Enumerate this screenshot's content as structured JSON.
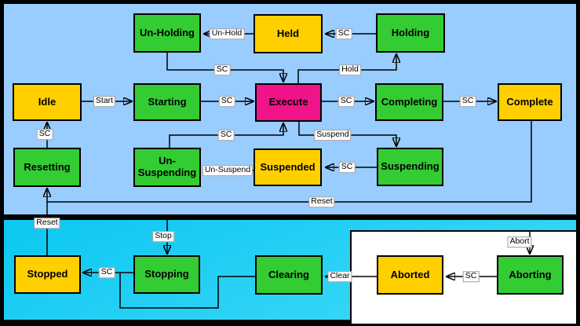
{
  "palette": {
    "acting_green": "#33cc33",
    "wait_yellow": "#ffcf00",
    "execute_pink": "#f01389",
    "upper_region_blue": "#99ccff",
    "lower_region_cyan_start": "#0cc7f1",
    "lower_region_cyan_end": "#44daf8",
    "abort_region_white": "#ffffff",
    "frame_black": "#000000",
    "line_black": "#000000",
    "label_background": "#ffffff"
  },
  "states": {
    "un-holding": {
      "label": "Un-Holding",
      "kind": "acting_green"
    },
    "held": {
      "label": "Held",
      "kind": "wait_yellow"
    },
    "holding": {
      "label": "Holding",
      "kind": "acting_green"
    },
    "idle": {
      "label": "Idle",
      "kind": "wait_yellow"
    },
    "starting": {
      "label": "Starting",
      "kind": "acting_green"
    },
    "execute": {
      "label": "Execute",
      "kind": "execute_pink"
    },
    "completing": {
      "label": "Completing",
      "kind": "acting_green"
    },
    "complete": {
      "label": "Complete",
      "kind": "wait_yellow"
    },
    "resetting": {
      "label": "Resetting",
      "kind": "acting_green"
    },
    "un-suspending": {
      "label": "Un-Suspending",
      "kind": "acting_green"
    },
    "suspended": {
      "label": "Suspended",
      "kind": "wait_yellow"
    },
    "suspending": {
      "label": "Suspending",
      "kind": "acting_green"
    },
    "stopped": {
      "label": "Stopped",
      "kind": "wait_yellow"
    },
    "stopping": {
      "label": "Stopping",
      "kind": "acting_green"
    },
    "clearing": {
      "label": "Clearing",
      "kind": "acting_green"
    },
    "aborted": {
      "label": "Aborted",
      "kind": "wait_yellow"
    },
    "aborting": {
      "label": "Aborting",
      "kind": "acting_green"
    }
  },
  "transitions": {
    "un-hold": {
      "label": "Un-Hold"
    },
    "sc-holding-held": {
      "label": "SC"
    },
    "sc-unholding-execute": {
      "label": "SC"
    },
    "hold": {
      "label": "Hold"
    },
    "start": {
      "label": "Start"
    },
    "sc-starting-execute": {
      "label": "SC"
    },
    "sc-execute-completing": {
      "label": "SC"
    },
    "sc-completing-complete": {
      "label": "SC"
    },
    "sc-resetting-idle": {
      "label": "SC"
    },
    "sc-unsuspending-execute": {
      "label": "SC"
    },
    "suspend": {
      "label": "Suspend"
    },
    "un-suspend": {
      "label": "Un-Suspend"
    },
    "sc-suspending-suspended": {
      "label": "SC"
    },
    "reset-complete": {
      "label": "Reset"
    },
    "reset-stopped": {
      "label": "Reset"
    },
    "stop": {
      "label": "Stop"
    },
    "sc-stopping-stopped": {
      "label": "SC"
    },
    "clear": {
      "label": "Clear"
    },
    "sc-aborting-aborted": {
      "label": "SC"
    },
    "abort": {
      "label": "Abort"
    }
  }
}
